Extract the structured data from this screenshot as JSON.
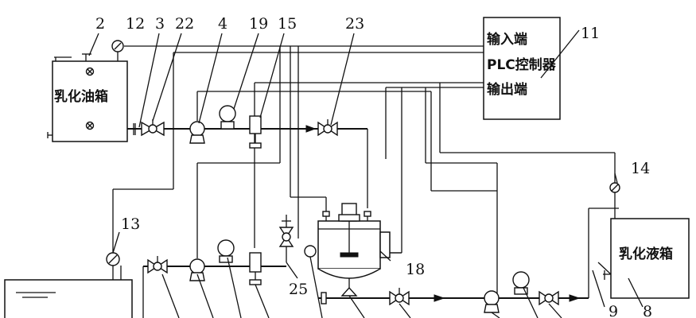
{
  "labels": {
    "n2": "2",
    "n12": "12",
    "n3": "3",
    "n22": "22",
    "n4": "4",
    "n19": "19",
    "n15": "15",
    "n23": "23",
    "n11": "11",
    "n14": "14",
    "n13": "13",
    "n18": "18",
    "n25": "25",
    "n9": "9",
    "n8": "8"
  },
  "tanks": {
    "emulsion_oil_tank": "乳化油箱",
    "emulsion_liquid_tank": "乳化液箱"
  },
  "plc": {
    "input": "输入端",
    "controller": "PLC控制器",
    "output": "输出端"
  }
}
